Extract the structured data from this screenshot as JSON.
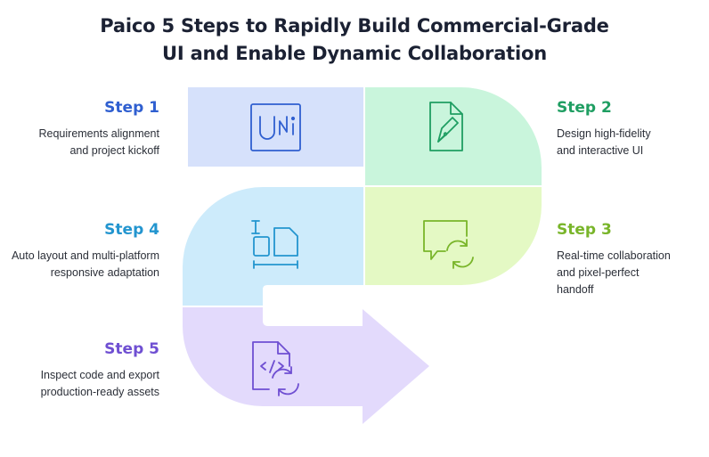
{
  "title": {
    "line1": "Paico 5 Steps to Rapidly Build Commercial-Grade",
    "line2": "UI and Enable Dynamic Collaboration"
  },
  "colors": {
    "title": "#1b2133",
    "step1": "#2f5fd0",
    "step1_fill": "#d6e1fb",
    "step2": "#1f9e62",
    "step2_fill": "#c9f5dc",
    "step3": "#79b52a",
    "step3_fill": "#e4f9c4",
    "step4": "#2395cf",
    "step4_fill": "#cdebfb",
    "step5": "#6f4fd2",
    "step5_fill": "#e3dafc"
  },
  "steps": [
    {
      "label": "Step 1",
      "lines": [
        "Requirements alignment",
        "and project kickoff"
      ],
      "icon": "uni-logo-icon"
    },
    {
      "label": "Step 2",
      "lines": [
        "Design high-fidelity",
        "and interactive UI"
      ],
      "icon": "pen-tool-icon"
    },
    {
      "label": "Step 3",
      "lines": [
        "Real-time collaboration",
        "and pixel-perfect",
        "handoff"
      ],
      "icon": "chat-sync-icon"
    },
    {
      "label": "Step 4",
      "lines": [
        "Auto layout and multi-platform",
        "responsive adaptation"
      ],
      "icon": "layout-icon"
    },
    {
      "label": "Step 5",
      "lines": [
        "Inspect code and export",
        "production-ready assets"
      ],
      "icon": "code-export-icon"
    }
  ]
}
